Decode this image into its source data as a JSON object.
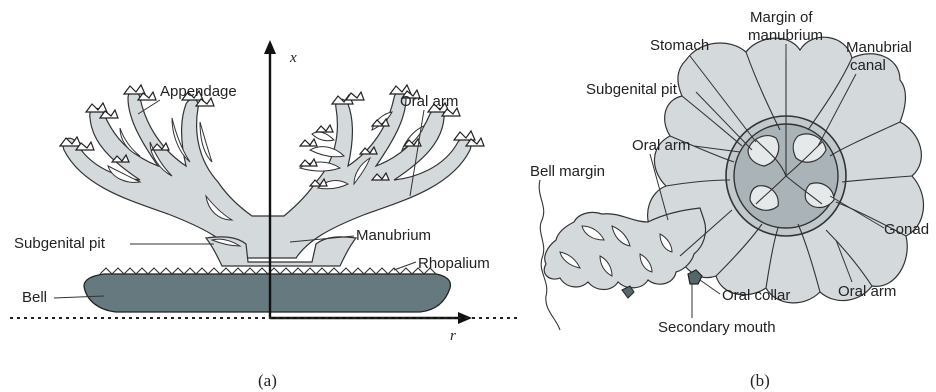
{
  "panel_a": {
    "axes": {
      "x": "x",
      "r": "r"
    },
    "labels": {
      "appendage": "Appendage",
      "oral_arm": "Oral arm",
      "subgenital_pit": "Subgenital pit",
      "manubrium": "Manubrium",
      "rhopalium": "Rhopalium",
      "bell": "Bell"
    },
    "caption": "(a)"
  },
  "panel_b": {
    "labels": {
      "margin_of_manubrium_1": "Margin of",
      "margin_of_manubrium_2": "manubrium",
      "stomach": "Stomach",
      "manubrial_canal_1": "Manubrial",
      "manubrial_canal_2": "canal",
      "subgenital_pit": "Subgenital pit",
      "oral_arm_top": "Oral arm",
      "bell_margin": "Bell margin",
      "gonad": "Gonad",
      "oral_arm_right": "Oral arm",
      "oral_collar": "Oral collar",
      "secondary_mouth": "Secondary mouth"
    },
    "caption": "(b)"
  },
  "colors": {
    "body": "#d4d9dc",
    "bell": "#66797e",
    "ink": "#333333"
  }
}
